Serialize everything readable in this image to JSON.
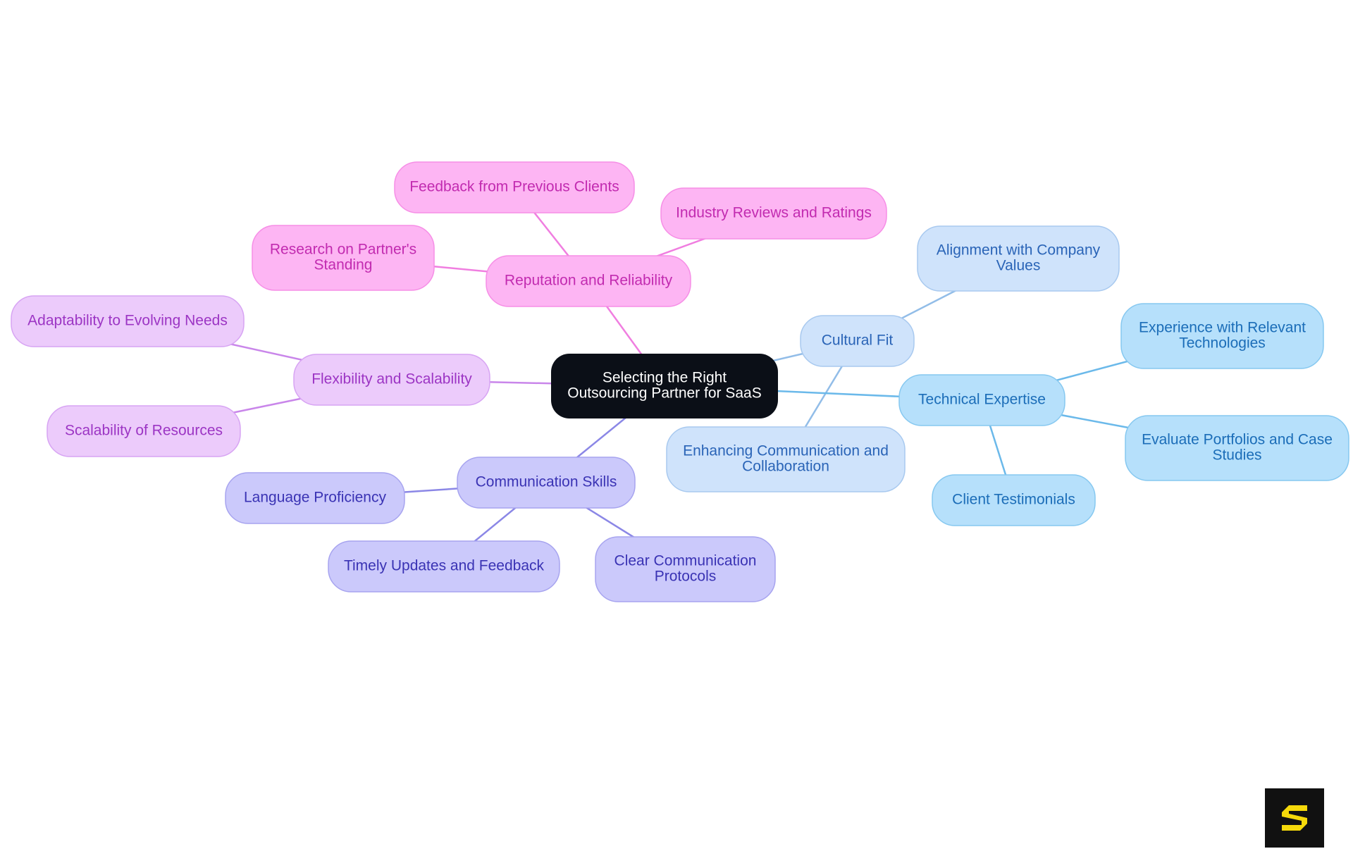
{
  "title": "Selecting the Right Outsourcing Partner for SaaS",
  "root": {
    "lines": [
      "Selecting the Right",
      "Outsourcing Partner for SaaS"
    ],
    "fill": "#0b0f17",
    "text_color": "#ffffff"
  },
  "branches": [
    {
      "id": "reputation",
      "lines": [
        "Reputation and Reliability"
      ],
      "fill": "#fdb5f3",
      "stroke": "#f68ee6",
      "text_color": "#c22bb0",
      "line_color": "#f07ee0",
      "children": [
        {
          "id": "feedback-previous-clients",
          "lines": [
            "Feedback from Previous Clients"
          ]
        },
        {
          "id": "industry-reviews",
          "lines": [
            "Industry Reviews and Ratings"
          ]
        },
        {
          "id": "research-partner-standing",
          "lines": [
            "Research on Partner's",
            "Standing"
          ]
        }
      ]
    },
    {
      "id": "flexibility",
      "lines": [
        "Flexibility and Scalability"
      ],
      "fill": "#eccbfb",
      "stroke": "#d7a4f3",
      "text_color": "#9c35c4",
      "line_color": "#c986ea",
      "children": [
        {
          "id": "adaptability",
          "lines": [
            "Adaptability to Evolving Needs"
          ]
        },
        {
          "id": "scalability-resources",
          "lines": [
            "Scalability of Resources"
          ]
        }
      ]
    },
    {
      "id": "communication",
      "lines": [
        "Communication Skills"
      ],
      "fill": "#cbc9fb",
      "stroke": "#a7a4ef",
      "text_color": "#3a33b4",
      "line_color": "#8b87e6",
      "children": [
        {
          "id": "language-proficiency",
          "lines": [
            "Language Proficiency"
          ]
        },
        {
          "id": "timely-updates",
          "lines": [
            "Timely Updates and Feedback"
          ]
        },
        {
          "id": "clear-protocols",
          "lines": [
            "Clear Communication",
            "Protocols"
          ]
        }
      ]
    },
    {
      "id": "cultural-fit",
      "lines": [
        "Cultural Fit"
      ],
      "fill": "#cfe3fb",
      "stroke": "#a8c9ef",
      "text_color": "#2a64b7",
      "line_color": "#92bde8",
      "children": [
        {
          "id": "alignment-values",
          "lines": [
            "Alignment with Company",
            "Values"
          ]
        },
        {
          "id": "enhancing-communication",
          "lines": [
            "Enhancing Communication and",
            "Collaboration"
          ]
        }
      ]
    },
    {
      "id": "technical-expertise",
      "lines": [
        "Technical Expertise"
      ],
      "fill": "#b6e0fb",
      "stroke": "#86c8f0",
      "text_color": "#1b6db8",
      "line_color": "#6bb9ea",
      "children": [
        {
          "id": "experience-technologies",
          "lines": [
            "Experience with Relevant",
            "Technologies"
          ]
        },
        {
          "id": "evaluate-portfolios",
          "lines": [
            "Evaluate Portfolios and Case",
            "Studies"
          ]
        },
        {
          "id": "client-testimonials",
          "lines": [
            "Client Testimonials"
          ]
        }
      ]
    }
  ],
  "logo": {
    "letter": "S",
    "background": "#111111",
    "color": "#f5d90a"
  }
}
